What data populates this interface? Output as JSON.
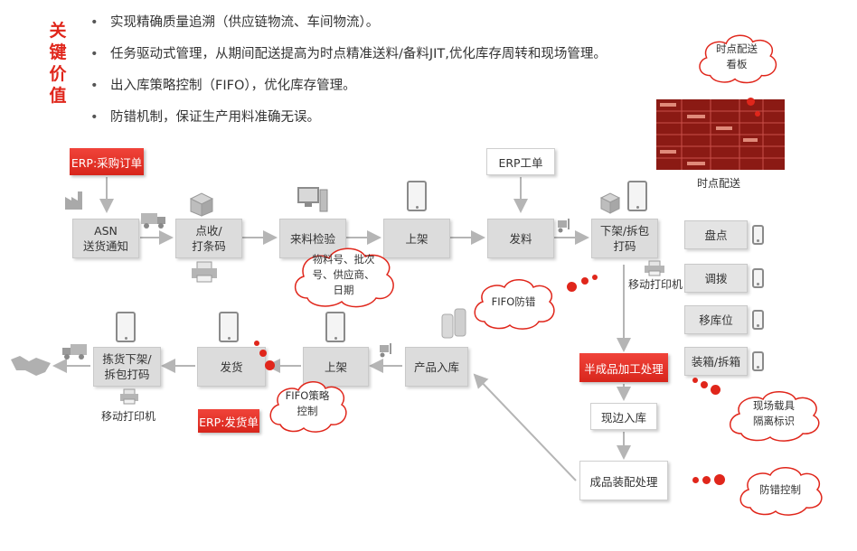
{
  "key_value": {
    "chars": [
      "关",
      "键",
      "价",
      "值"
    ]
  },
  "bullets": [
    "实现精确质量追溯（供应链物流、车间物流）。",
    "任务驱动式管理，从期间配送提高为时点精准送料/备料JIT,优化库存周转和现场管理。",
    "出入库策略控制（FIFO），优化库存管理。",
    "防错机制，保证生产用料准确无误。"
  ],
  "flow": {
    "erp_purchase": "ERP:采购订单",
    "erp_workorder": "ERP工单",
    "erp_shipping": "ERP:发货单",
    "asn": {
      "line1": "ASN",
      "line2": "送货通知"
    },
    "receive": {
      "line1": "点收/",
      "line2": "打条码"
    },
    "inspect": "来料检验",
    "putaway1": "上架",
    "dispatch": "发料",
    "unpack": {
      "line1": "下架/拆包",
      "line2": "打码"
    },
    "product_in": "产品入库",
    "putaway2": "上架",
    "ship": "发货",
    "pick": {
      "line1": "拣货下架/",
      "line2": "拆包打码"
    },
    "semi": "半成品加工处理",
    "line_in": "现边入库",
    "assembly": "成品装配处理",
    "side_ops": [
      "盘点",
      "调拨",
      "移库位",
      "装箱/拆箱"
    ]
  },
  "labels": {
    "mobile_printer_1": "移动打印机",
    "mobile_printer_2": "移动打印机",
    "board_caption": "时点配送"
  },
  "clouds": {
    "board": {
      "line1": "时点配送",
      "line2": "看板"
    },
    "material": {
      "line1": "物料号、批次",
      "line2": "号、供应商、",
      "line3": "日期"
    },
    "fifo_err": "FIFO防错",
    "fifo_policy": {
      "line1": "FIFO策略",
      "line2": "控制"
    },
    "site_carrier": {
      "line1": "现场载具",
      "line2": "隔离标识"
    },
    "error_proof": "防错控制"
  },
  "colors": {
    "accent_red": "#e0261b",
    "box_gray": "#dcdcdc",
    "board_bg": "#8b1a14"
  },
  "icons": [
    "factory-icon",
    "truck-icon",
    "box-icon",
    "printer-icon",
    "computer-icon",
    "tablet-icon",
    "forklift-icon",
    "handshake-icon",
    "barrel-icon",
    "dashboard-screen"
  ]
}
